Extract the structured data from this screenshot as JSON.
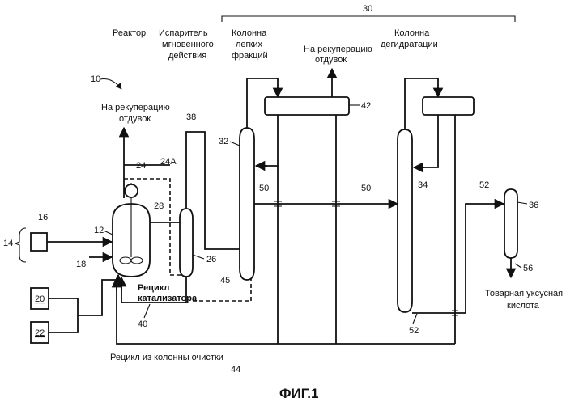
{
  "labels": {
    "reactor": "Реактор",
    "flash_l1": "Испаритель",
    "flash_l2": "мгновенного",
    "flash_l3": "действия",
    "light_l1": "Колонна",
    "light_l2": "легких",
    "light_l3": "фракций",
    "dehyd_l1": "Колонна",
    "dehyd_l2": "дегидратации",
    "vent_top_l1": "На рекуперацию",
    "vent_top_l2": "отдувок",
    "vent_left_l1": "На рекуперацию",
    "vent_left_l2": "отдувок",
    "catalyst_l1": "Рецикл",
    "catalyst_l2": "катализатора",
    "product_l1": "Товарная уксусная",
    "product_l2": "кислота",
    "purification_recycle": "Рецикл из колонны очистки",
    "caption": "ФИГ.1"
  },
  "refs": {
    "n10": "10",
    "n12": "12",
    "n14": "14",
    "n16": "16",
    "n18": "18",
    "n20": "20",
    "n22": "22",
    "n24": "24",
    "n24a": "24A",
    "n26": "26",
    "n28": "28",
    "n30": "30",
    "n32": "32",
    "n34": "34",
    "n36": "36",
    "n38": "38",
    "n40": "40",
    "n42": "42",
    "n44": "44",
    "n45": "45",
    "n50a": "50",
    "n50b": "50",
    "n52a": "52",
    "n52b": "52",
    "n56": "56"
  }
}
